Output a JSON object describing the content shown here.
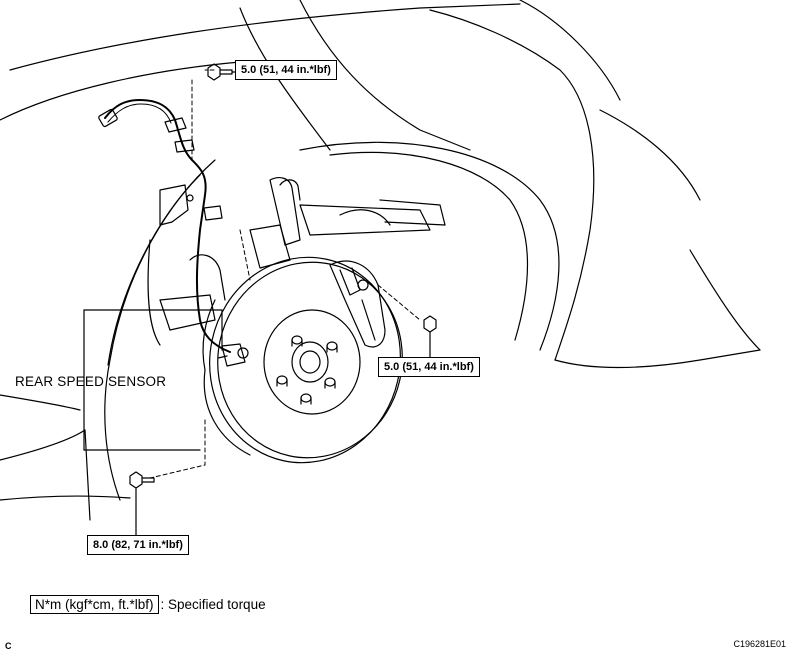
{
  "torque_specs": [
    {
      "value": "5.0 (51, 44 in.*lbf)"
    },
    {
      "value": "5.0 (51, 44 in.*lbf)"
    },
    {
      "value": "8.0 (82, 71 in.*lbf)"
    }
  ],
  "part_label": "REAR SPEED SENSOR",
  "legend": {
    "unit": "N*m (kgf*cm, ft.*lbf)",
    "description": ": Specified torque"
  },
  "corner_code": "C",
  "figure_id": "C196281E01"
}
